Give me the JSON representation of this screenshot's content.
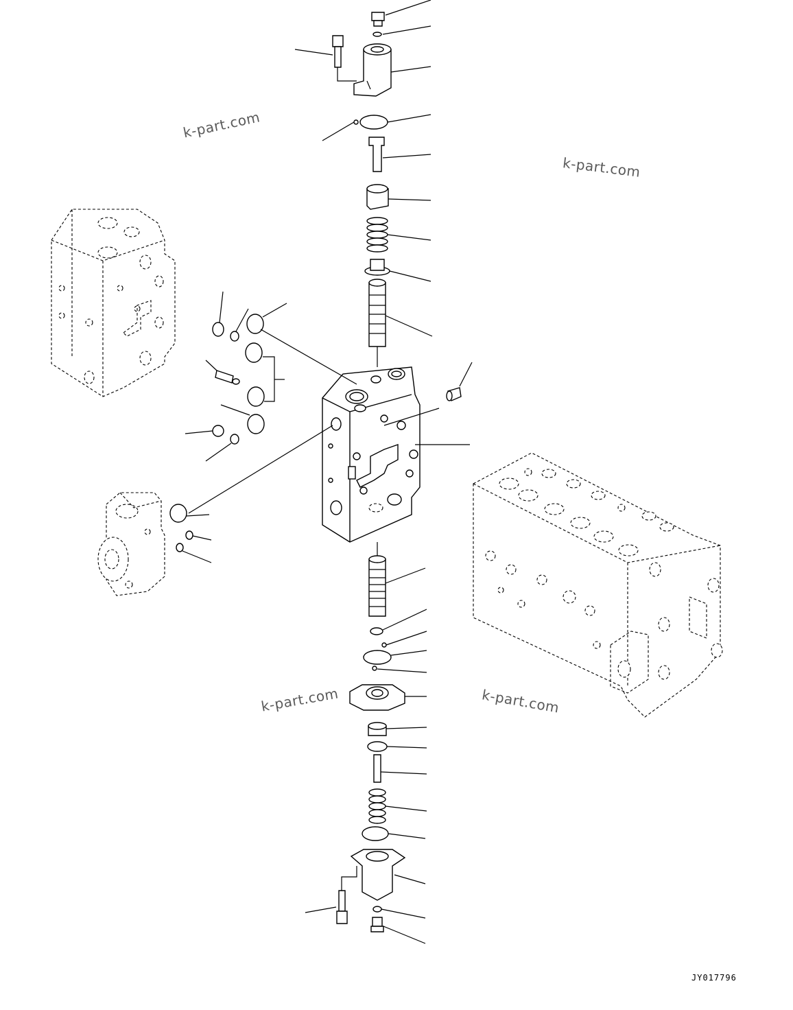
{
  "watermarks": [
    "k-part.com",
    "k-part.com",
    "k-part.com",
    "k-part.com"
  ],
  "drawing_code": "JY017796"
}
